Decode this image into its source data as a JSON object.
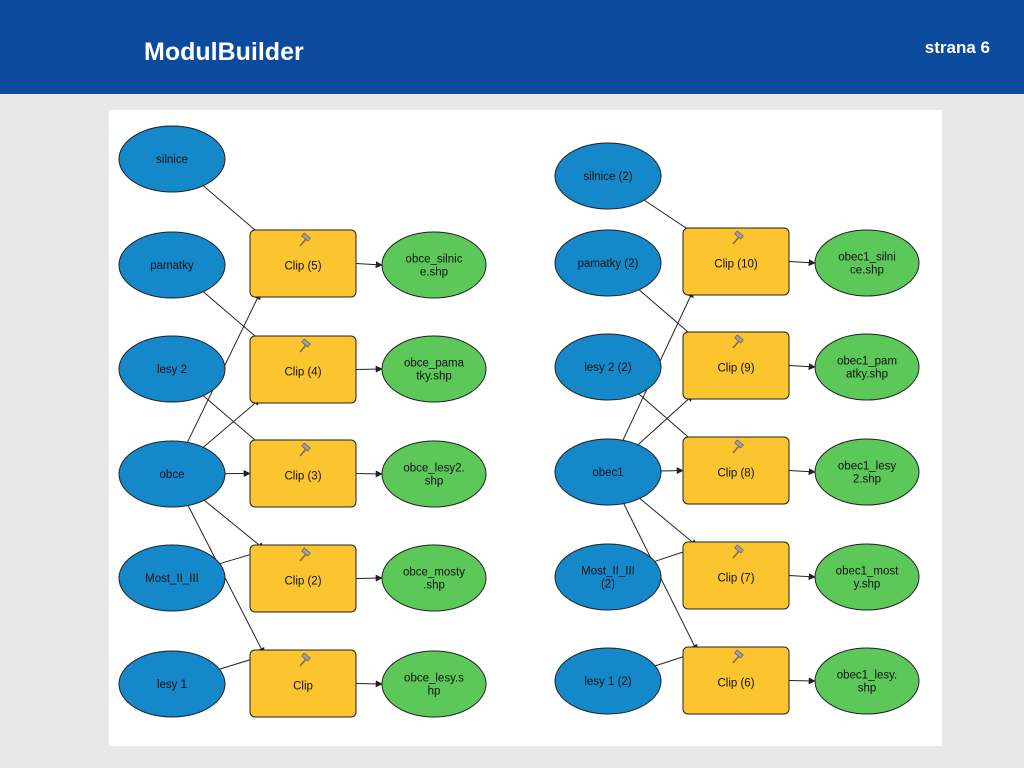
{
  "header": {
    "title": "ModulBuilder",
    "page": "strana 6"
  },
  "diagram": {
    "colors": {
      "input": "#1588c9",
      "tool": "#fcc42e",
      "output": "#5cc85a",
      "stroke": "#222222"
    },
    "tool_icon": "hammer-icon",
    "left": {
      "inputs": [
        {
          "id": "silnice",
          "label": [
            "silnice"
          ]
        },
        {
          "id": "pamatky",
          "label": [
            "pamatky"
          ]
        },
        {
          "id": "lesy2",
          "label": [
            "lesy 2"
          ]
        },
        {
          "id": "obce",
          "label": [
            "obce"
          ]
        },
        {
          "id": "most",
          "label": [
            "Most_II_III"
          ]
        },
        {
          "id": "lesy1",
          "label": [
            "lesy 1"
          ]
        }
      ],
      "tools": [
        {
          "label": "Clip (5)",
          "clip": "silnice",
          "with": "obce"
        },
        {
          "label": "Clip (4)",
          "clip": "pamatky",
          "with": "obce"
        },
        {
          "label": "Clip (3)",
          "clip": "lesy2",
          "with": "obce"
        },
        {
          "label": "Clip (2)",
          "clip": "most",
          "with": "obce"
        },
        {
          "label": "Clip",
          "clip": "lesy1",
          "with": "obce"
        }
      ],
      "outputs": [
        [
          "obce_silnic",
          "e.shp"
        ],
        [
          "obce_pama",
          "tky.shp"
        ],
        [
          "obce_lesy2.",
          "shp"
        ],
        [
          "obce_mosty",
          ".shp"
        ],
        [
          "obce_lesy.s",
          "hp"
        ]
      ]
    },
    "right": {
      "inputs": [
        {
          "id": "silnice",
          "label": [
            "silnice (2)"
          ]
        },
        {
          "id": "pamatky",
          "label": [
            "pamatky (2)"
          ]
        },
        {
          "id": "lesy2",
          "label": [
            "lesy 2 (2)"
          ]
        },
        {
          "id": "obce",
          "label": [
            "obec1"
          ]
        },
        {
          "id": "most",
          "label": [
            "Most_II_III",
            "(2)"
          ]
        },
        {
          "id": "lesy1",
          "label": [
            "lesy 1 (2)"
          ]
        }
      ],
      "tools": [
        {
          "label": "Clip (10)",
          "clip": "silnice",
          "with": "obce"
        },
        {
          "label": "Clip (9)",
          "clip": "pamatky",
          "with": "obce"
        },
        {
          "label": "Clip (8)",
          "clip": "lesy2",
          "with": "obce"
        },
        {
          "label": "Clip (7)",
          "clip": "most",
          "with": "obce"
        },
        {
          "label": "Clip (6)",
          "clip": "lesy1",
          "with": "obce"
        }
      ],
      "outputs": [
        [
          "obec1_silni",
          "ce.shp"
        ],
        [
          "obec1_pam",
          "atky.shp"
        ],
        [
          "obec1_lesy",
          "2.shp"
        ],
        [
          "obec1_most",
          "y.shp"
        ],
        [
          "obec1_lesy.",
          "shp"
        ]
      ]
    }
  }
}
